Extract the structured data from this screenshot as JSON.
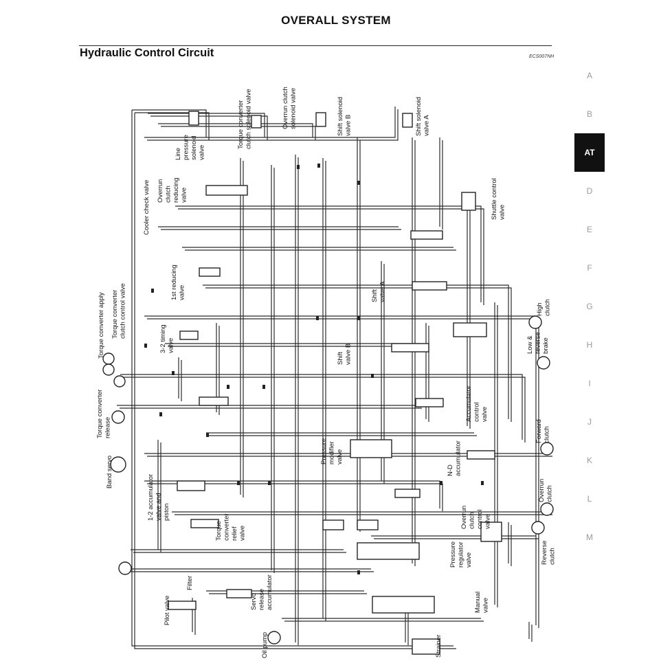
{
  "header": {
    "title": "OVERALL SYSTEM"
  },
  "section": {
    "title": "Hydraulic Control Circuit",
    "code": "ECS007NH"
  },
  "side_tabs": [
    {
      "label": "A",
      "active": false
    },
    {
      "label": "B",
      "active": false
    },
    {
      "label": "AT",
      "active": true
    },
    {
      "label": "D",
      "active": false
    },
    {
      "label": "E",
      "active": false
    },
    {
      "label": "F",
      "active": false
    },
    {
      "label": "G",
      "active": false
    },
    {
      "label": "H",
      "active": false
    },
    {
      "label": "I",
      "active": false
    },
    {
      "label": "J",
      "active": false
    },
    {
      "label": "K",
      "active": false
    },
    {
      "label": "L",
      "active": false
    },
    {
      "label": "M",
      "active": false
    }
  ],
  "labels": {
    "line_pressure_solenoid_valve": [
      "Line",
      "pressure",
      "solenoid",
      "valve"
    ],
    "torque_converter_clutch_solenoid_valve": [
      "Torque converter",
      "clutch solenoid valve"
    ],
    "overrun_clutch_solenoid_valve": [
      "Overrun clutch",
      "solenoid valve"
    ],
    "shift_solenoid_valve_b": [
      "Shift solenoid",
      "valve B"
    ],
    "shift_solenoid_valve_a": [
      "Shift solenoid",
      "valve A"
    ],
    "cooler_check_valve": [
      "Cooler check valve"
    ],
    "overrun_clutch_reducing_valve": [
      "Overrun",
      "clutch",
      "reducing",
      "valve"
    ],
    "shuttle_control_valve": [
      "Shuttle control",
      "valve"
    ],
    "first_reducing_valve": [
      "1st reducing",
      "valve"
    ],
    "shift_valve_a": [
      "Shift",
      "valve A"
    ],
    "torque_converter_apply": [
      "Torque converter apply"
    ],
    "torque_converter_clutch_control_valve": [
      "Torque converter",
      "clutch control valve"
    ],
    "timing_3_2_valve": [
      "3-2 timing",
      "valve"
    ],
    "high_clutch": [
      "High",
      "clutch"
    ],
    "low_reverse_brake": [
      "Low &",
      "reverse",
      "brake"
    ],
    "shift_valve_b": [
      "Shift",
      "valve B"
    ],
    "torque_converter_release": [
      "Torque converter",
      "release"
    ],
    "accumulator_control_valve": [
      "Accumulator",
      "control",
      "valve"
    ],
    "band_servo": [
      "Band servo"
    ],
    "pressure_modifier_valve": [
      "Pressure",
      "modifier",
      "valve"
    ],
    "forward_clutch": [
      "Forward",
      "clutch"
    ],
    "nd_accumulator": [
      "N-D",
      "accumulator"
    ],
    "accumulator_12_valve_piston": [
      "1-2 accumulator",
      "valve and",
      "piston"
    ],
    "overrun_clutch_control_valve": [
      "Overrun",
      "clutch",
      "control",
      "valve"
    ],
    "overrun_clutch": [
      "Overrun",
      "clutch"
    ],
    "torque_converter_relief_valve": [
      "Torque",
      "converter",
      "relief",
      "valve"
    ],
    "pressure_regulator_valve": [
      "Pressure",
      "regulator",
      "valve"
    ],
    "reverse_clutch": [
      "Reverse",
      "clutch"
    ],
    "filter": [
      "Filter"
    ],
    "servo_release_accumulator": [
      "Servo",
      "release",
      "accumulator"
    ],
    "pilot_valve": [
      "Pilot valve"
    ],
    "manual_valve": [
      "Manual",
      "valve"
    ],
    "oil_pump": [
      "Oil pump"
    ],
    "strainer": [
      "Strainer"
    ]
  }
}
